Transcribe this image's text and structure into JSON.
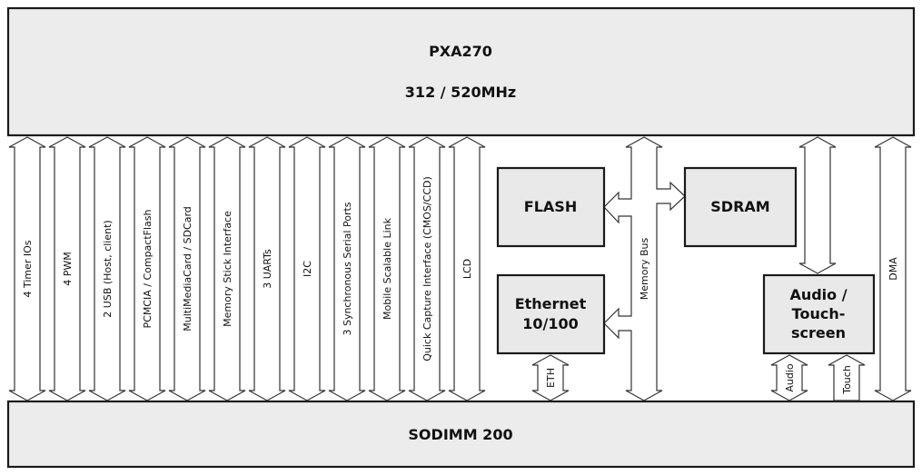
{
  "cpu": {
    "name": "PXA270",
    "freq": "312 / 520MHz"
  },
  "connector": {
    "name": "SODIMM 200"
  },
  "signals": [
    "4 Timer IOs",
    "4 PWM",
    "2 USB (Host, client)",
    "PCMCIA / CompactFlash",
    "MultiMediaCard / SDCard",
    "Memory Stick Interface",
    "3 UARTs",
    "I2C",
    "3 Synchronous Serial Ports",
    "Mobile Scalable Link",
    "Quick Capture Interface (CMOS/CCD)",
    "LCD"
  ],
  "blocks": {
    "flash": "FLASH",
    "sdram": "SDRAM",
    "ethernet_line1": "Ethernet",
    "ethernet_line2": "10/100",
    "audio_line1": "Audio /",
    "audio_line2": "Touch-",
    "audio_line3": "screen"
  },
  "buses": {
    "memory_bus": "Memory Bus",
    "eth": "ETH",
    "audio": "Audio",
    "touch": "Touch",
    "dma": "DMA"
  }
}
